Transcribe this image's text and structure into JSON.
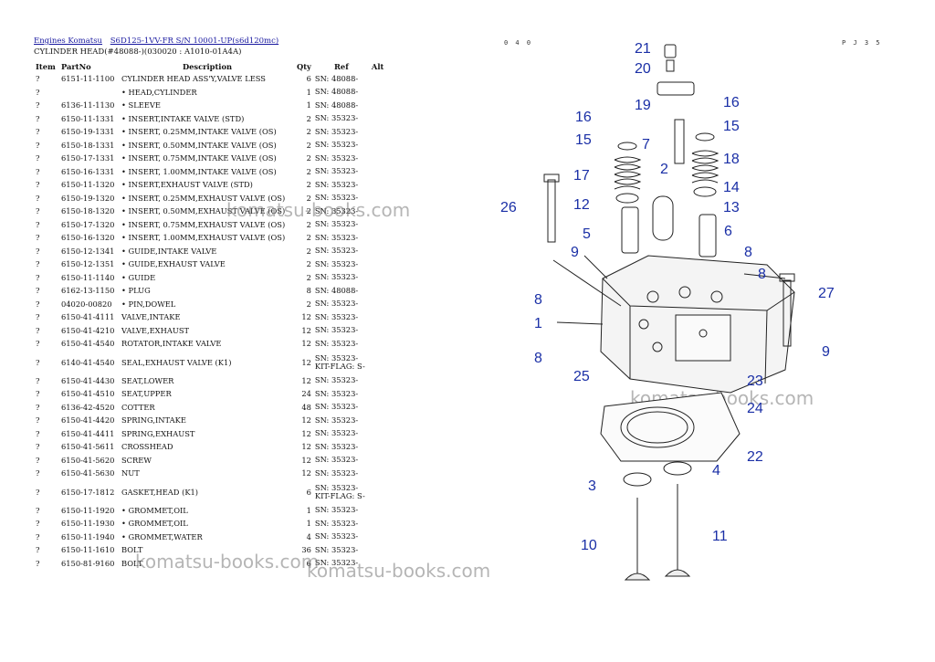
{
  "breadcrumb": [
    "Engines Komatsu",
    "S6D125-1VV-FR S/N 10001-UP(s6d120mc)"
  ],
  "subtitle": "CYLINDER HEAD(#48088-)(030020 : A1010-01A4A)",
  "page_codes": {
    "left": "0 4 0",
    "right": "P J 3 5"
  },
  "columns": {
    "item": "Item",
    "part": "PartNo",
    "desc": "Description",
    "qty": "Qty",
    "ref": "Ref",
    "alt": "Alt"
  },
  "rows": [
    {
      "item": "?",
      "part": "6151-11-1100",
      "desc": "CYLINDER HEAD ASS'Y,VALVE LESS",
      "qty": "6",
      "ref": "SN: 48088-",
      "ref2": ""
    },
    {
      "item": "?",
      "part": "",
      "desc": "• HEAD,CYLINDER",
      "qty": "1",
      "ref": "SN: 48088-",
      "ref2": ""
    },
    {
      "item": "?",
      "part": "6136-11-1130",
      "desc": "• SLEEVE",
      "qty": "1",
      "ref": "SN: 48088-",
      "ref2": ""
    },
    {
      "item": "?",
      "part": "6150-11-1331",
      "desc": "• INSERT,INTAKE VALVE (STD)",
      "qty": "2",
      "ref": "SN: 35323-",
      "ref2": ""
    },
    {
      "item": "?",
      "part": "6150-19-1331",
      "desc": "• INSERT, 0.25MM,INTAKE VALVE (OS)",
      "qty": "2",
      "ref": "SN: 35323-",
      "ref2": ""
    },
    {
      "item": "?",
      "part": "6150-18-1331",
      "desc": "• INSERT, 0.50MM,INTAKE VALVE (OS)",
      "qty": "2",
      "ref": "SN: 35323-",
      "ref2": ""
    },
    {
      "item": "?",
      "part": "6150-17-1331",
      "desc": "• INSERT, 0.75MM,INTAKE VALVE (OS)",
      "qty": "2",
      "ref": "SN: 35323-",
      "ref2": ""
    },
    {
      "item": "?",
      "part": "6150-16-1331",
      "desc": "• INSERT, 1.00MM,INTAKE VALVE (OS)",
      "qty": "2",
      "ref": "SN: 35323-",
      "ref2": ""
    },
    {
      "item": "?",
      "part": "6150-11-1320",
      "desc": "• INSERT,EXHAUST VALVE (STD)",
      "qty": "2",
      "ref": "SN: 35323-",
      "ref2": ""
    },
    {
      "item": "?",
      "part": "6150-19-1320",
      "desc": "• INSERT, 0.25MM,EXHAUST VALVE (OS)",
      "qty": "2",
      "ref": "SN: 35323-",
      "ref2": ""
    },
    {
      "item": "?",
      "part": "6150-18-1320",
      "desc": "• INSERT, 0.50MM,EXHAUST VALVE (OS)",
      "qty": "2",
      "ref": "SN: 35323-",
      "ref2": ""
    },
    {
      "item": "?",
      "part": "6150-17-1320",
      "desc": "• INSERT, 0.75MM,EXHAUST VALVE (OS)",
      "qty": "2",
      "ref": "SN: 35323-",
      "ref2": ""
    },
    {
      "item": "?",
      "part": "6150-16-1320",
      "desc": "• INSERT, 1.00MM,EXHAUST VALVE (OS)",
      "qty": "2",
      "ref": "SN: 35323-",
      "ref2": ""
    },
    {
      "item": "?",
      "part": "6150-12-1341",
      "desc": "• GUIDE,INTAKE VALVE",
      "qty": "2",
      "ref": "SN: 35323-",
      "ref2": ""
    },
    {
      "item": "?",
      "part": "6150-12-1351",
      "desc": "• GUIDE,EXHAUST VALVE",
      "qty": "2",
      "ref": "SN: 35323-",
      "ref2": ""
    },
    {
      "item": "?",
      "part": "6150-11-1140",
      "desc": "• GUIDE",
      "qty": "2",
      "ref": "SN: 35323-",
      "ref2": ""
    },
    {
      "item": "?",
      "part": "6162-13-1150",
      "desc": "• PLUG",
      "qty": "8",
      "ref": "SN: 48088-",
      "ref2": ""
    },
    {
      "item": "?",
      "part": "04020-00820",
      "desc": "• PIN,DOWEL",
      "qty": "2",
      "ref": "SN: 35323-",
      "ref2": ""
    },
    {
      "item": "?",
      "part": "6150-41-4111",
      "desc": "VALVE,INTAKE",
      "qty": "12",
      "ref": "SN: 35323-",
      "ref2": ""
    },
    {
      "item": "?",
      "part": "6150-41-4210",
      "desc": "VALVE,EXHAUST",
      "qty": "12",
      "ref": "SN: 35323-",
      "ref2": ""
    },
    {
      "item": "?",
      "part": "6150-41-4540",
      "desc": "ROTATOR,INTAKE VALVE",
      "qty": "12",
      "ref": "SN: 35323-",
      "ref2": ""
    },
    {
      "item": "?",
      "part": "6140-41-4540",
      "desc": "SEAL,EXHAUST VALVE (K1)",
      "qty": "12",
      "ref": "SN: 35323-",
      "ref2": "KIT-FLAG: S-"
    },
    {
      "item": "?",
      "part": "6150-41-4430",
      "desc": "SEAT,LOWER",
      "qty": "12",
      "ref": "SN: 35323-",
      "ref2": ""
    },
    {
      "item": "?",
      "part": "6150-41-4510",
      "desc": "SEAT,UPPER",
      "qty": "24",
      "ref": "SN: 35323-",
      "ref2": ""
    },
    {
      "item": "?",
      "part": "6136-42-4520",
      "desc": "COTTER",
      "qty": "48",
      "ref": "SN: 35323-",
      "ref2": ""
    },
    {
      "item": "?",
      "part": "6150-41-4420",
      "desc": "SPRING,INTAKE",
      "qty": "12",
      "ref": "SN: 35323-",
      "ref2": ""
    },
    {
      "item": "?",
      "part": "6150-41-4411",
      "desc": "SPRING,EXHAUST",
      "qty": "12",
      "ref": "SN: 35323-",
      "ref2": ""
    },
    {
      "item": "?",
      "part": "6150-41-5611",
      "desc": "CROSSHEAD",
      "qty": "12",
      "ref": "SN: 35323-",
      "ref2": ""
    },
    {
      "item": "?",
      "part": "6150-41-5620",
      "desc": "SCREW",
      "qty": "12",
      "ref": "SN: 35323-",
      "ref2": ""
    },
    {
      "item": "?",
      "part": "6150-41-5630",
      "desc": "NUT",
      "qty": "12",
      "ref": "SN: 35323-",
      "ref2": ""
    },
    {
      "item": "?",
      "part": "6150-17-1812",
      "desc": "GASKET,HEAD (K1)",
      "qty": "6",
      "ref": "SN: 35323-",
      "ref2": "KIT-FLAG: S-"
    },
    {
      "item": "?",
      "part": "6150-11-1920",
      "desc": "• GROMMET,OIL",
      "qty": "1",
      "ref": "SN: 35323-",
      "ref2": ""
    },
    {
      "item": "?",
      "part": "6150-11-1930",
      "desc": "• GROMMET,OIL",
      "qty": "1",
      "ref": "SN: 35323-",
      "ref2": ""
    },
    {
      "item": "?",
      "part": "6150-11-1940",
      "desc": "• GROMMET,WATER",
      "qty": "4",
      "ref": "SN: 35323-",
      "ref2": ""
    },
    {
      "item": "?",
      "part": "6150-11-1610",
      "desc": "BOLT",
      "qty": "36",
      "ref": "SN: 35323-",
      "ref2": ""
    },
    {
      "item": "?",
      "part": "6150-81-9160",
      "desc": "BOLT",
      "qty": "6",
      "ref": "SN: 35323-",
      "ref2": ""
    }
  ],
  "watermarks": [
    "komatsu-books.com",
    "komatsu-books.com",
    "komatsu-books.com",
    "komatsu-books.com"
  ],
  "callouts": [
    "21",
    "20",
    "19",
    "16",
    "15",
    "16",
    "15",
    "7",
    "17",
    "2",
    "18",
    "14",
    "12",
    "13",
    "26",
    "5",
    "6",
    "9",
    "8",
    "8",
    "27",
    "8",
    "1",
    "9",
    "8",
    "25",
    "23",
    "24",
    "22",
    "3",
    "4",
    "10",
    "11"
  ],
  "colors": {
    "link": "#1a1aa0",
    "callout": "#1a2fa6",
    "watermark": "#787878"
  }
}
